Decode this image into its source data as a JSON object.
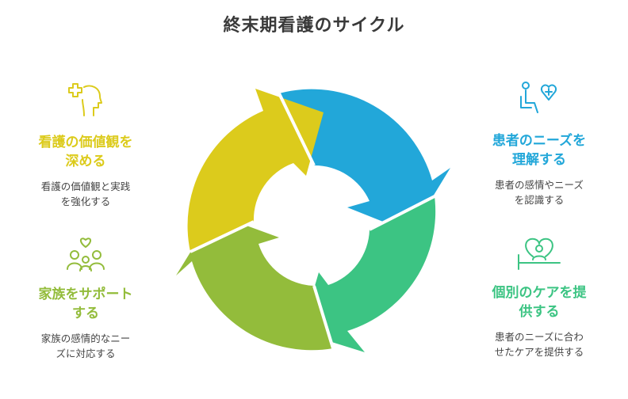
{
  "title": "終末期看護のサイクル",
  "colors": {
    "blue": "#22a7d9",
    "green": "#3cc483",
    "lime": "#93bc3b",
    "yellow": "#dccb1c"
  },
  "steps": [
    {
      "heading_line1": "患者のニーズを",
      "heading_line2": "理解する",
      "desc_line1": "患者の感情やニーズ",
      "desc_line2": "を認識する",
      "color": "#22a7d9",
      "icon": "person-heart-icon"
    },
    {
      "heading_line1": "個別のケアを提",
      "heading_line2": "供する",
      "desc_line1": "患者のニーズに合わ",
      "desc_line2": "せたケアを提供する",
      "color": "#3cc483",
      "icon": "bed-heart-icon"
    },
    {
      "heading_line1": "家族をサポート",
      "heading_line2": "する",
      "desc_line1": "家族の感情的なニー",
      "desc_line2": "ズに対応する",
      "color": "#93bc3b",
      "icon": "family-heart-icon"
    },
    {
      "heading_line1": "看護の価値観を",
      "heading_line2": "深める",
      "desc_line1": "看護の価値観と実践",
      "desc_line2": "を強化する",
      "color": "#dccb1c",
      "icon": "head-medical-icon"
    }
  ]
}
